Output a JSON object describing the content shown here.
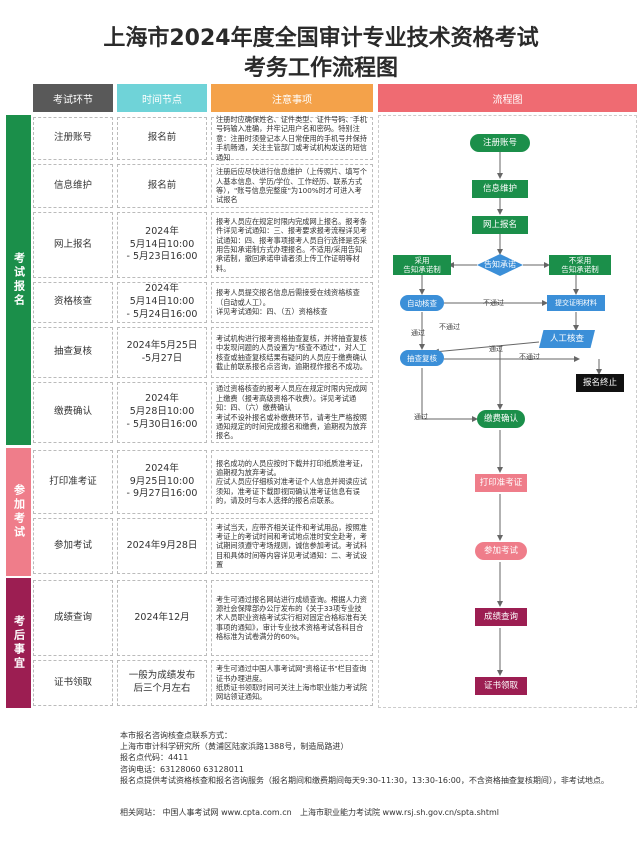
{
  "title": {
    "line1": "上海市2024年度全国审计专业技术资格考试",
    "line2": "考务工作流程图"
  },
  "headers": [
    "考试环节",
    "时间节点",
    "注意事项",
    "流程图"
  ],
  "sections": [
    "考试报名",
    "参加考试",
    "考后事宜"
  ],
  "rows": [
    {
      "step": "注册账号",
      "time": "报名前",
      "note": "注册时应确保姓名、证件类型、证件号码、手机号码输入准确，并牢记用户名和密码。特别注意：注册时须登记本人日常使用的手机号并保持手机畅通，关注主管部门或考试机构发送的短信通知"
    },
    {
      "step": "信息维护",
      "time": "报名前",
      "note": "注册后应尽快进行信息维护（上传照片、填写个人基本信息、学历/学位、工作经历、联系方式等），\"账号信息完整度\"为100%时才可进入考试报名"
    },
    {
      "step": "网上报名",
      "time": "2024年\n5月14日10:00\n- 5月23日16:00",
      "note": "报考人员应在规定时限内完成网上报名。报考条件详见考试通知：三、报考要求报考流程详见考试通知：四、报考事项报考人员自行选择是否采用告知承诺制方式办理报名。不适用/采用告知承诺制，撤回承诺申请者须上传工作证明等材料。"
    },
    {
      "step": "资格核查",
      "time": "2024年\n5月14日10:00\n- 5月24日16:00",
      "note": "报考人员提交报名信息后需接受在线资格核查（自动或人工）。\n详见考试通知：四、（五）资格核查"
    },
    {
      "step": "抽查复核",
      "time": "2024年5月25日\n-5月27日",
      "note": "考试机构进行报考资格抽查复核，并将抽查复核中发现问题的人员设置为\"核查不通过\"，对人工核查或抽查复核结果有疑问的人员应于缴费确认截止前联系报名点咨询，逾期视作报名不成功。"
    },
    {
      "step": "缴费确认",
      "time": "2024年\n5月28日10:00\n- 5月30日16:00",
      "note": "通过资格核查的报考人员应在规定时限内完成网上缴费（报考高级资格不收费）。详见考试通知：四、（六）缴费确认\n考试不设补报名或补缴费环节，请考生严格按照通知规定的时间完成报名和缴费，逾期视为放弃报名。"
    },
    {
      "step": "打印准考证",
      "time": "2024年\n9月25日10:00\n- 9月27日16:00",
      "note": "报名成功的人员应按时下载并打印纸质准考证，逾期视为放弃考试。\n应试人员应仔细核对准考证个人信息并阅读应试须知，准考证下载即视同确认准考证信息有误的，请及时与本人选择的报名点联系。"
    },
    {
      "step": "参加考试",
      "time": "2024年9月28日",
      "note": "考试当天，应带齐相关证件和考试用品，按照准考证上的考试时间和考试地点准时安全赴考，考试期间须遵守考场规则，诚信参加考试。考试科目和具体时间等内容详见考试通知：二、考试设置"
    },
    {
      "step": "成绩查询",
      "time": "2024年12月",
      "note": "考生可通过报名网站进行成绩查询。根据人力资源社会保障部办公厅发布的《关于33项专业技术人员职业资格考试实行相对固定合格标准有关事项的通知》，审计专业技术资格考试各科目合格标准为试卷满分的60%。"
    },
    {
      "step": "证书领取",
      "time": "一般为成绩发布\n后三个月左右",
      "note": "考生可通过中国人事考试网\"资格证书\"栏目查询证书办理进度。\n纸质证书领取时间可关注上海市职业能力考试院网站领证通知。"
    }
  ],
  "flow": {
    "register": "注册账号",
    "info": "信息维护",
    "online": "网上报名",
    "promise": "告知承诺",
    "adopt": "采用\n告知承诺制",
    "not_adopt": "不采用\n告知承诺制",
    "auto_check": "自动核查",
    "submit": "提交证明材料",
    "manual_check": "人工核查",
    "spot_check": "抽查复核",
    "terminate": "报名终止",
    "pay": "缴费确认",
    "print": "打印准考证",
    "exam": "参加考试",
    "score": "成绩查询",
    "cert": "证书领取",
    "pass": "通过",
    "fail": "不通过"
  },
  "footer": {
    "l1": "本市报名咨询核查点联系方式：",
    "l2": "上海市审计科学研究所（黄浦区陆家浜路1388号，制造局路进）",
    "l3": "报名点代码：4411",
    "l4": "咨询电话：63128060  63128011",
    "l5": "报名点提供考试资格核查和报名咨询服务（报名期间和缴费期间每天9:30-11:30，13:30-16:00，不含资格抽查复核期间），非考试地点。",
    "site1": "相关网站：  中国人事考试网 www.cpta.com.cn",
    "site2": "上海市职业能力考试院 www.rsj.sh.gov.cn/spta.shtml"
  },
  "colors": {
    "green": "#1b8f4a",
    "pink": "#ef7d8a",
    "maroon": "#9c1e52",
    "blue": "#3b8fd8",
    "cyan": "#6fd3d8",
    "orange": "#f4a24a",
    "red": "#ef6b72"
  }
}
